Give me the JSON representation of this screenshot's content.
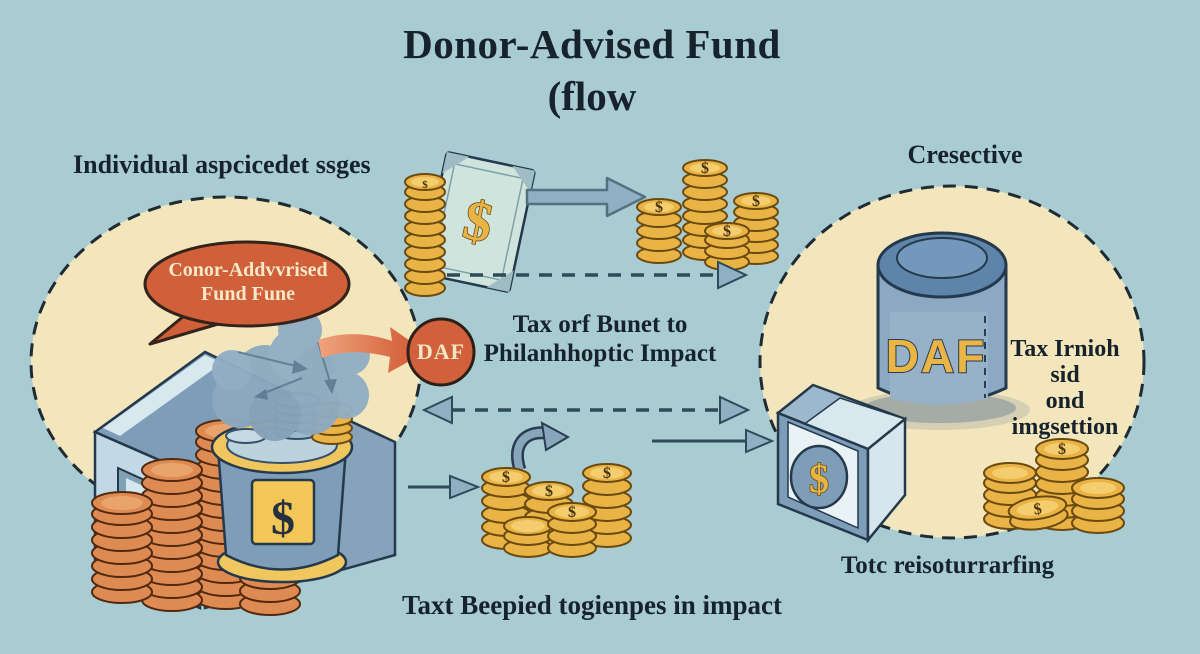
{
  "title": {
    "line1": "Donor-Advised Fund",
    "line2": "(flow"
  },
  "sections": {
    "left_label": "Individual aspcicedet ssges",
    "right_label": "Cresective"
  },
  "speech_bubble": {
    "line1": "Conor-Addvvrised",
    "line2": "Fund Fune"
  },
  "center": {
    "daf_badge": "DAF",
    "benefit_line1": "Tax orf Bunet to",
    "benefit_line2": "Philanhhoptic Impact"
  },
  "right": {
    "container_label": "DAF",
    "note_line1": "Tax Irnioh",
    "note_line2": "sid",
    "note_line3": "ond",
    "note_line4": "imgsettion",
    "caption": "Totc reisoturrarfing"
  },
  "bottom_caption": "Taxt Beepied togienpes in impact",
  "glyphs": {
    "dollar": "$"
  },
  "colors": {
    "background": "#a9ccd2",
    "panel_cream": "#f4e6bc",
    "accent_orange": "#d0603a",
    "coin_gold": "#e9b445",
    "coin_copper": "#de8b53",
    "steel_blue": "#7e9db8",
    "ink": "#16222c"
  }
}
